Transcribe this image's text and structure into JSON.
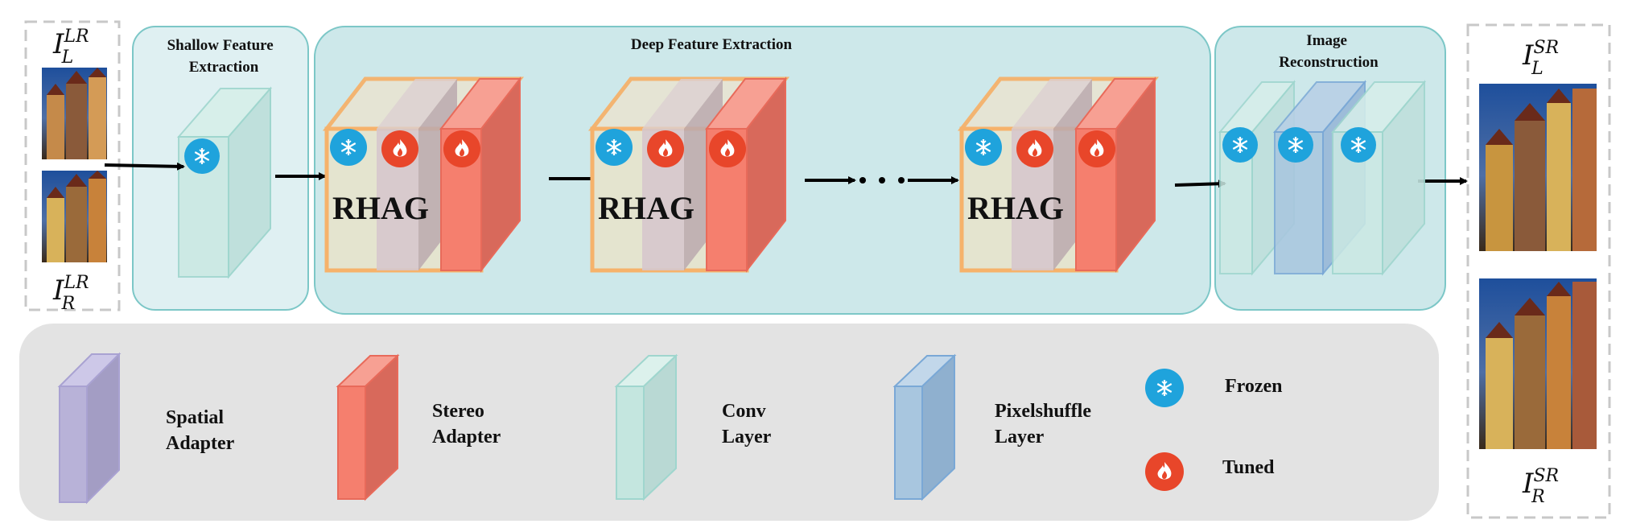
{
  "input_left": {
    "base": "I",
    "sub": "L",
    "sup": "LR"
  },
  "input_right": {
    "base": "I",
    "sub": "R",
    "sup": "LR"
  },
  "output_left": {
    "base": "I",
    "sub": "L",
    "sup": "SR"
  },
  "output_right": {
    "base": "I",
    "sub": "R",
    "sup": "SR"
  },
  "stages": {
    "shallow": [
      "Shallow Feature",
      "Extraction"
    ],
    "deep": "Deep Feature Extraction",
    "recon": [
      "Image",
      "Reconstruction"
    ]
  },
  "block_label": "RHAG",
  "legend": {
    "spatial": [
      "Spatial",
      "Adapter"
    ],
    "stereo": [
      "Stereo",
      "Adapter"
    ],
    "conv": [
      "Conv",
      "Layer"
    ],
    "pixelshuffle": [
      "Pixelshuffle",
      "Layer"
    ],
    "frozen": "Frozen",
    "tuned": "Tuned"
  },
  "colors": {
    "stage_fill": "#cde8ea",
    "stage_stroke": "#7cc7c7",
    "legend_bg": "#e3e3e3",
    "block_border": "#f6b26b",
    "block_fill": "#e4e4cf",
    "spatial": "#b8b2d8",
    "stereo": "#f57f6e",
    "conv": "#c4e6df",
    "pixelshuffle": "#a8c6df",
    "frozen": "#1fa3dc",
    "tuned": "#e8462a"
  },
  "icons": {
    "frozen": "snowflake-icon",
    "tuned": "flame-icon"
  }
}
